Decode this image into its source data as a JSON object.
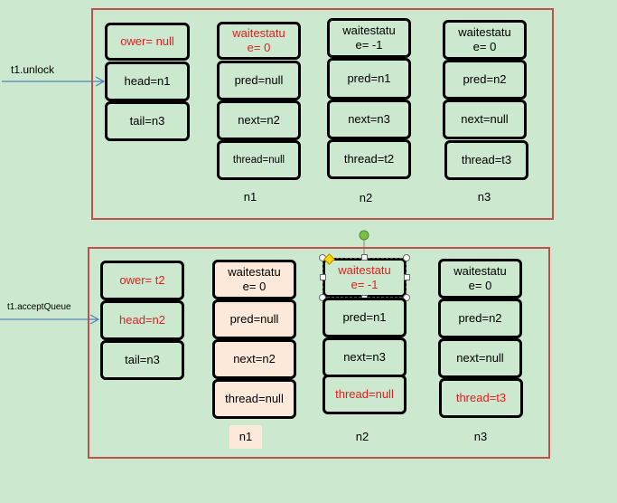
{
  "top": {
    "arrow_label": "t1.unlock",
    "lock": [
      "ower= null",
      "head=n1",
      "tail=n3"
    ],
    "nodes": [
      {
        "name": "n1",
        "waitstatus": "waitestatu\ne= 0",
        "pred": "pred=null",
        "next": "next=n2",
        "thread": "thread=null"
      },
      {
        "name": "n2",
        "waitstatus": "waitestatu\ne= -1",
        "pred": "pred=n1",
        "next": "next=n3",
        "thread": "thread=t2"
      },
      {
        "name": "n3",
        "waitstatus": "waitestatu\ne= 0",
        "pred": "pred=n2",
        "next": "next=null",
        "thread": "thread=t3"
      }
    ]
  },
  "bottom": {
    "arrow_label": "t1.acceptQueue",
    "lock": [
      "ower= t2",
      "head=n2",
      "tail=n3"
    ],
    "nodes": [
      {
        "name": "n1",
        "waitstatus": "waitestatu\ne= 0",
        "pred": "pred=null",
        "next": "next=n2",
        "thread": "thread=null"
      },
      {
        "name": "n2",
        "waitstatus": "waitestatu\ne= -1",
        "pred": "pred=n1",
        "next": "next=n3",
        "thread": "thread=null"
      },
      {
        "name": "n3",
        "waitstatus": "waitestatu\ne= 0",
        "pred": "pred=n2",
        "next": "next=null",
        "thread": "thread=t3"
      }
    ]
  },
  "colors": {
    "background": "#cce8cf",
    "frame": "#c0504d",
    "highlight_text": "#e02020",
    "removed_node_fill": "#fde9d9",
    "arrow": "#4f81bd"
  }
}
